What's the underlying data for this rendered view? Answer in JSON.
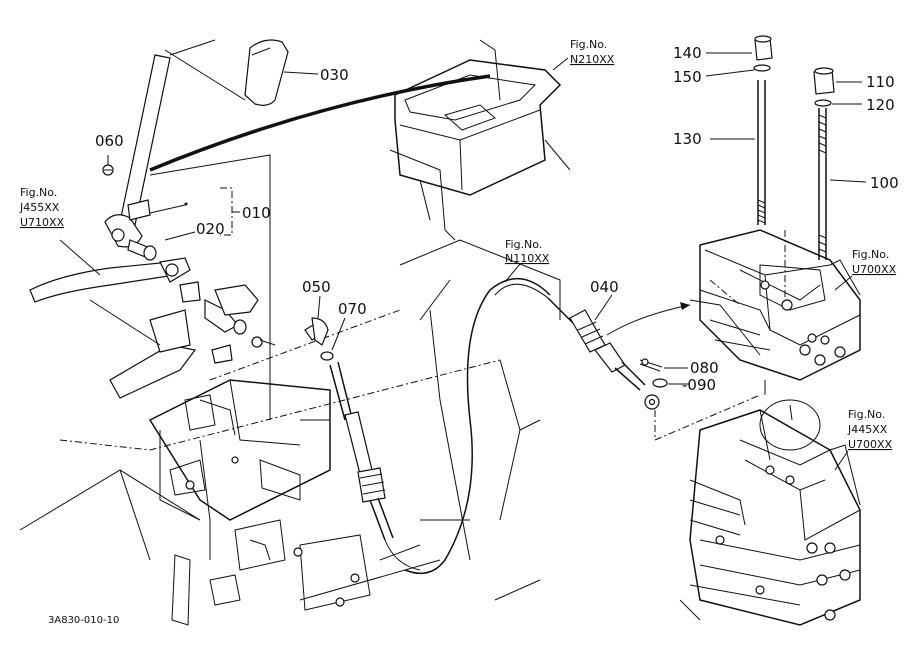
{
  "parts": {
    "p010": "010",
    "p020": "020",
    "p030": "030",
    "p040": "040",
    "p050": "050",
    "p060": "060",
    "p070": "070",
    "p080": "080",
    "p090": "090",
    "p100": "100",
    "p110": "110",
    "p120": "120",
    "p130": "130",
    "p140": "140",
    "p150": "150"
  },
  "figure_refs": {
    "n210": {
      "label": "Fig.No.",
      "codes": [
        "N210XX"
      ]
    },
    "j455": {
      "label": "Fig.No.",
      "codes": [
        "J455XX",
        "U710XX"
      ]
    },
    "n110": {
      "label": "Fig.No.",
      "codes": [
        "N110XX"
      ]
    },
    "u700": {
      "label": "Fig.No.",
      "codes": [
        "U700XX"
      ]
    },
    "j445": {
      "label": "Fig.No.",
      "codes": [
        "J445XX",
        "U700XX"
      ]
    }
  },
  "drawing_code": "3A830-010-10"
}
